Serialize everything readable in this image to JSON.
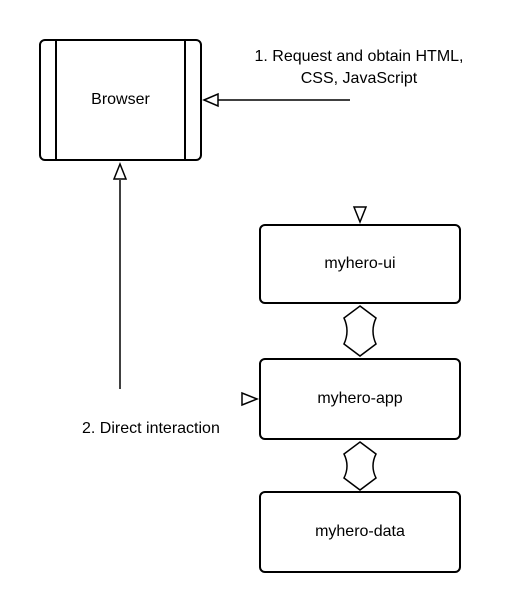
{
  "nodes": {
    "browser": "Browser",
    "ui": "myhero-ui",
    "app": "myhero-app",
    "data": "myhero-data"
  },
  "labels": {
    "request_line1": "1. Request and obtain HTML,",
    "request_line2": "CSS, JavaScript",
    "direct": "2. Direct interaction"
  }
}
